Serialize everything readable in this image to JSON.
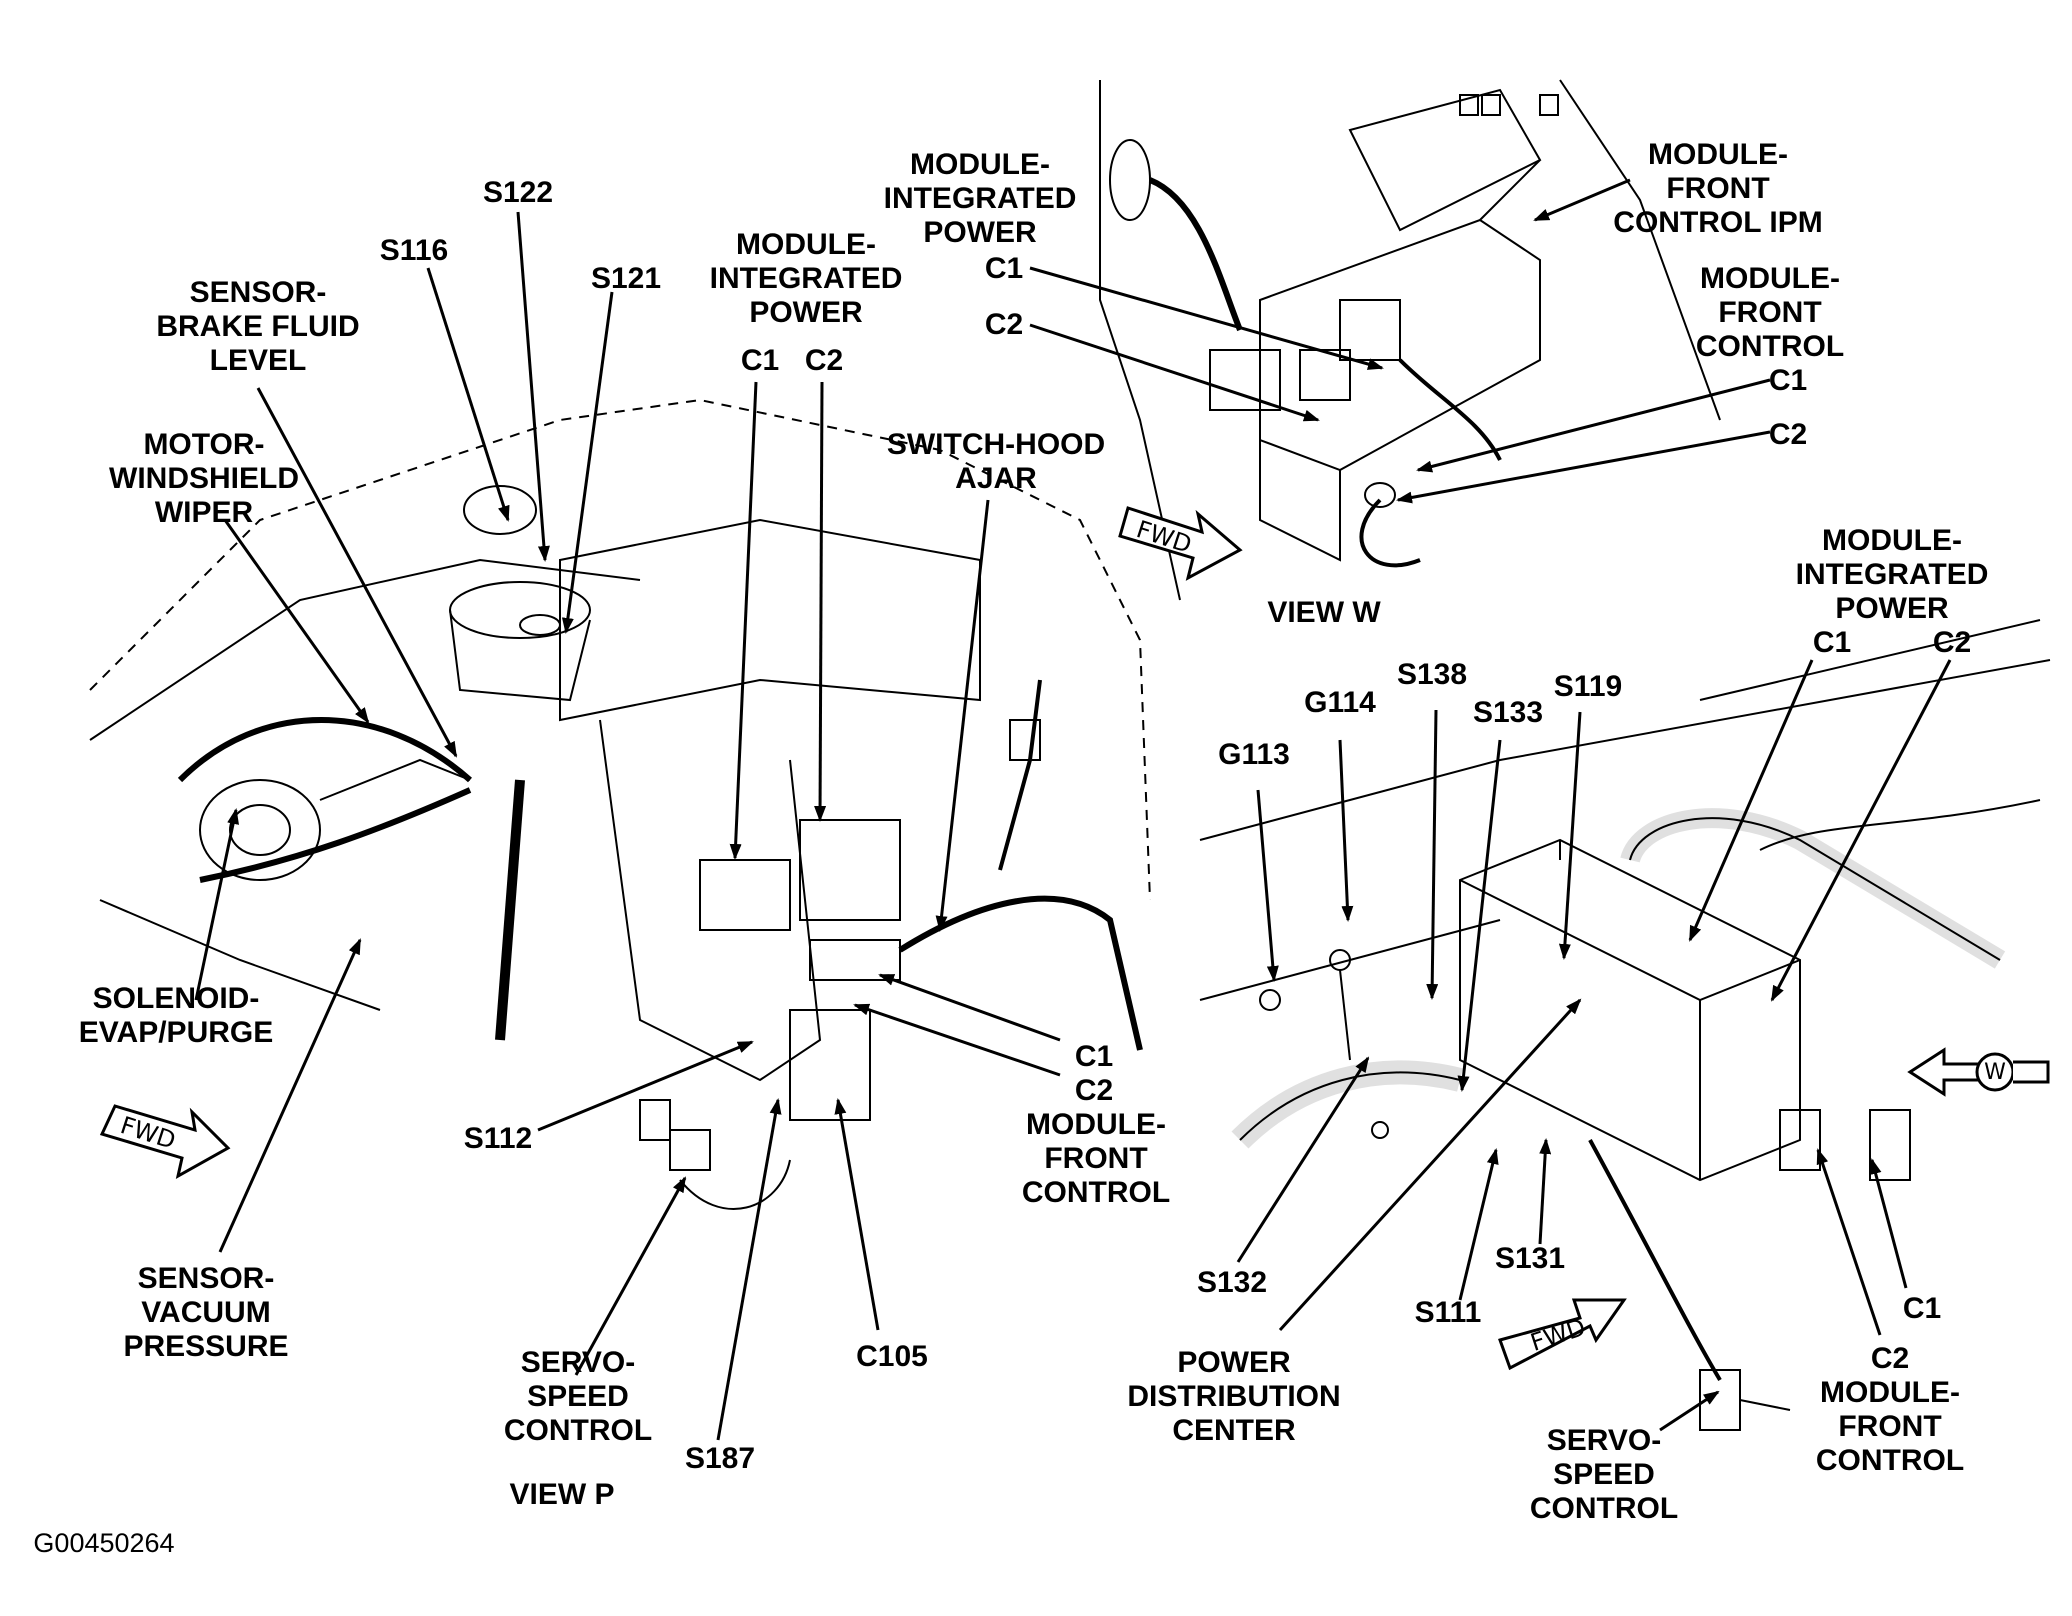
{
  "figure_id": "G00450264",
  "views": {
    "p": {
      "title": "VIEW P",
      "labels": {
        "s122": "S122",
        "s116": "S116",
        "s121": "S121",
        "sensor_brake_fluid": [
          "SENSOR-",
          "BRAKE FLUID",
          "LEVEL"
        ],
        "motor_wiper": [
          "MOTOR-",
          "WINDSHIELD",
          "WIPER"
        ],
        "module_integrated_power": [
          "MODULE-",
          "INTEGRATED",
          "POWER"
        ],
        "c1": "C1",
        "c2": "C2",
        "switch_hood": [
          "SWITCH-HOOD",
          "AJAR"
        ],
        "solenoid_evap": [
          "SOLENOID-",
          "EVAP/PURGE"
        ],
        "front_control_c1": "C1",
        "front_control_c2": "C2",
        "module_front_control": [
          "MODULE-",
          "FRONT",
          "CONTROL"
        ],
        "s112": "S112",
        "sensor_vacuum": [
          "SENSOR-",
          "VACUUM",
          "PRESSURE"
        ],
        "servo_speed": [
          "SERVO-",
          "SPEED",
          "CONTROL"
        ],
        "c105": "C105",
        "s187": "S187"
      }
    },
    "w": {
      "title": "VIEW W",
      "labels": {
        "module_integrated_power": [
          "MODULE-",
          "INTEGRATED",
          "POWER"
        ],
        "c1": "C1",
        "c2": "C2",
        "module_front_control_ipm": [
          "MODULE-",
          "FRONT",
          "CONTROL IPM"
        ],
        "module_front_control": [
          "MODULE-",
          "FRONT",
          "CONTROL"
        ],
        "front_c1": "C1",
        "front_c2": "C2"
      }
    },
    "third": {
      "labels": {
        "module_integrated_power": [
          "MODULE-",
          "INTEGRATED",
          "POWER"
        ],
        "c1": "C1",
        "c2": "C2",
        "g114": "G114",
        "s138": "S138",
        "s119": "S119",
        "s133": "S133",
        "g113": "G113",
        "s132": "S132",
        "s131": "S131",
        "s111": "S111",
        "power_distribution": [
          "POWER",
          "DISTRIBUTION",
          "CENTER"
        ],
        "servo_speed": [
          "SERVO-",
          "SPEED",
          "CONTROL"
        ],
        "front_c1": "C1",
        "module_front_control": [
          "C2",
          "MODULE-",
          "FRONT",
          "CONTROL"
        ],
        "w_marker": "W"
      }
    }
  },
  "fwd_label": "FWD"
}
